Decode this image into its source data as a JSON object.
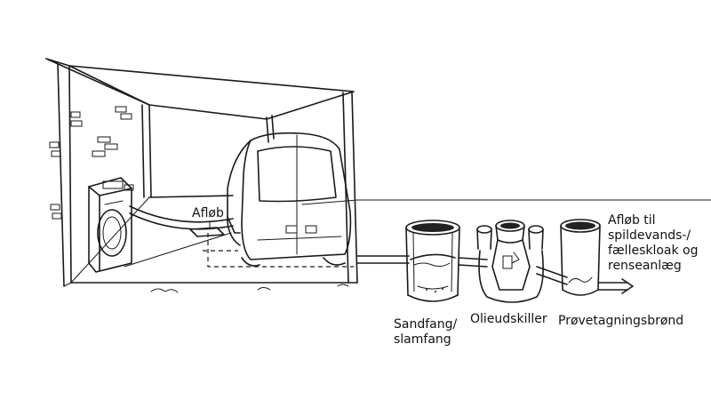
{
  "labels": {
    "afloeb": "Afløb",
    "afloeb_til": "Afløb til\nspildevands-/\nfælleskloak og\nrenseanlæg",
    "sandfang": "Sandfang/\nslamfang",
    "olieudskiller": "Olieudskiller",
    "proevetagning": "Prøvetagningsbrønd"
  },
  "colors": {
    "ink": "#1a1a1a",
    "background": "#ffffff"
  }
}
